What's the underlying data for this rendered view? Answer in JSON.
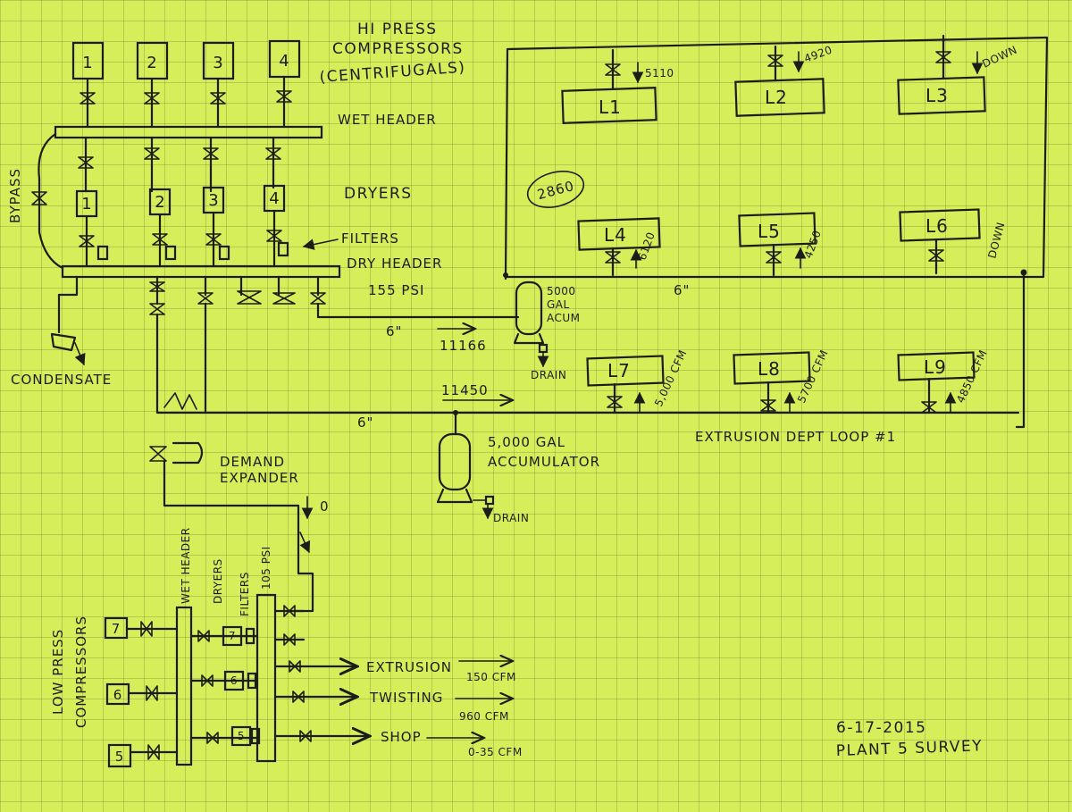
{
  "hp_title": "HI PRESS COMPRESSORS (CENTRIFUGALS)",
  "hp_title_line1": "HI PRESS",
  "hp_title_line2": "COMPRESSORS",
  "hp_title_line3": "(CENTRIFUGALS)",
  "hp_compressors": [
    "1",
    "2",
    "3",
    "4"
  ],
  "wet_header": "WET HEADER",
  "dryers_label": "DRYERS",
  "dryers": [
    "1",
    "2",
    "3",
    "4"
  ],
  "filters_label": "FILTERS",
  "dry_header": "DRY HEADER",
  "dry_header_psi": "155 PSI",
  "bypass": "BYPASS",
  "condensate": "CONDENSATE",
  "pipe_6in": "6\"",
  "flow_upper": "11166",
  "flow_lower": "11450",
  "circled_value": "2860",
  "upper_accumulator": {
    "line1": "5000",
    "line2": "GAL",
    "line3": "ACUM"
  },
  "drain": "DRAIN",
  "lines_top": [
    {
      "name": "L1",
      "flow": "5110"
    },
    {
      "name": "L2",
      "flow": "4920"
    },
    {
      "name": "L3",
      "flow": "DOWN"
    }
  ],
  "lines_mid": [
    {
      "name": "L4",
      "flow": "6120"
    },
    {
      "name": "L5",
      "flow": "4250"
    },
    {
      "name": "L6",
      "flow": "DOWN"
    }
  ],
  "lines_bot": [
    {
      "name": "L7",
      "flow": "5,000 CFM"
    },
    {
      "name": "L8",
      "flow": "5700 CFM"
    },
    {
      "name": "L9",
      "flow": "4850 CFM"
    }
  ],
  "loop_label": "EXTRUSION DEPT LOOP #1",
  "lower_accumulator": {
    "line1": "5,000 GAL",
    "line2": "ACCUMULATOR",
    "drain": "DRAIN"
  },
  "demand_expander": {
    "line1": "DEMAND",
    "line2": "EXPANDER"
  },
  "expander_flow": "0",
  "lp_title": {
    "line1": "LOW PRESS",
    "line2": "COMPRESSORS"
  },
  "lp_compressors": [
    "7",
    "6",
    "5"
  ],
  "lp_dryers": [
    "7",
    "6",
    "5"
  ],
  "lp_vertical_labels": {
    "wet_header": "WET HEADER",
    "dryers": "DRYERS",
    "filters": "FILTERS",
    "psi": "105 PSI"
  },
  "lp_outputs": [
    {
      "name": "EXTRUSION",
      "flow": "150 CFM"
    },
    {
      "name": "TWISTING",
      "flow": "960 CFM"
    },
    {
      "name": "SHOP",
      "flow": "0-35 CFM"
    }
  ],
  "date": "6-17-2015",
  "survey": "PLANT 5 SURVEY"
}
